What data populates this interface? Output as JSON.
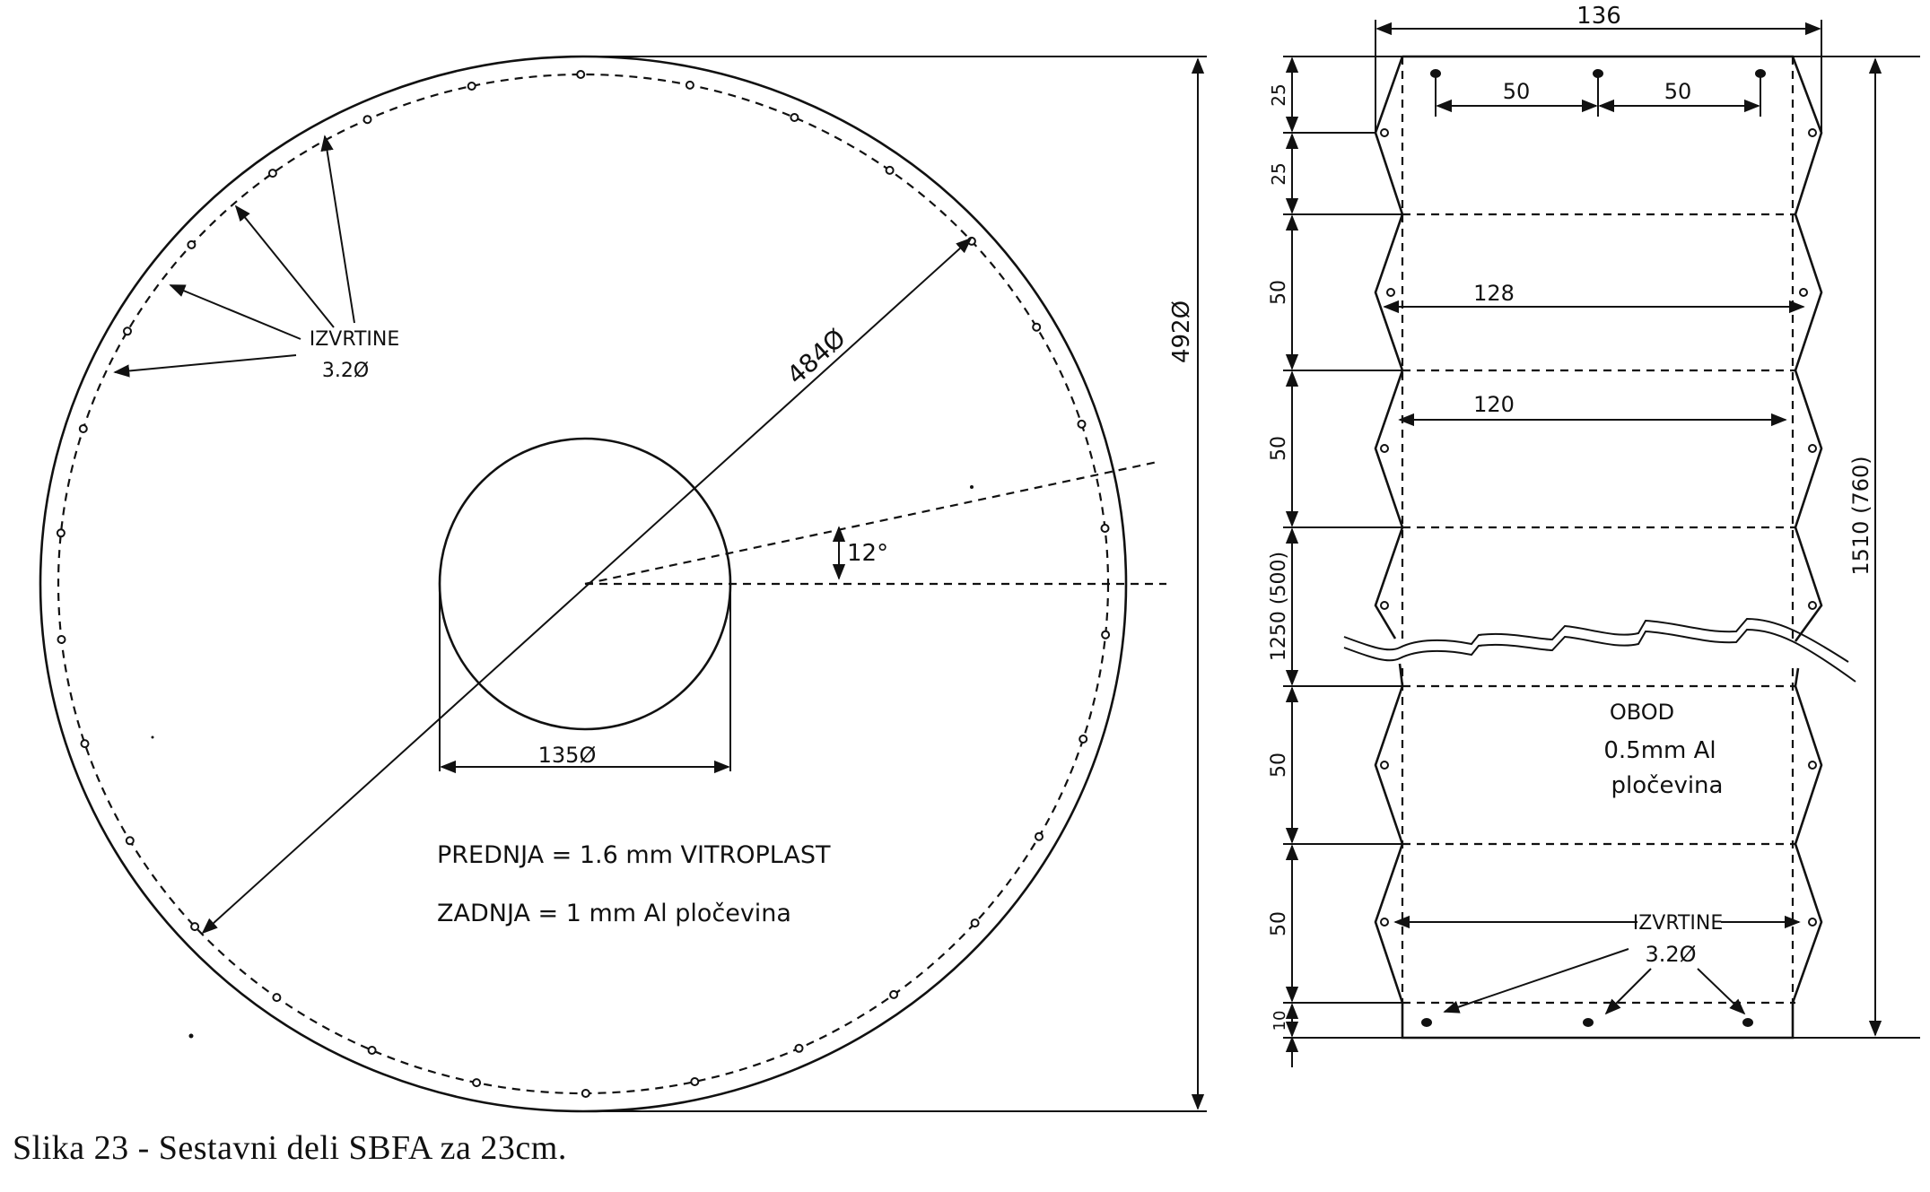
{
  "left_view": {
    "outer_diameter": "492Ø",
    "hole_circle_diameter": "484Ø",
    "center_hole_diameter": "135Ø",
    "angle": "12°",
    "holes_label": "IZVRTINE",
    "holes_size": "3.2Ø",
    "material_front": "PREDNJA = 1.6 mm VITROPLAST",
    "material_back": "ZADNJA = 1 mm Al pločevina"
  },
  "right_view": {
    "top_width": "136",
    "hole_spacing_a": "50",
    "hole_spacing_b": "50",
    "width_128": "128",
    "width_120": "120",
    "seg_25a": "25",
    "seg_25b": "25",
    "seg_50a": "50",
    "seg_50b": "50",
    "seg_broken": "1250 (500)",
    "seg_50c": "50",
    "seg_50d": "50",
    "seg_10": "10",
    "total_height": "1510 (760)",
    "rim_label": "OBOD",
    "rim_material": "0.5mm Al",
    "rim_material_2": "pločevina",
    "holes_label": "IZVRTINE",
    "holes_size": "3.2Ø"
  },
  "caption": "Slika 23 - Sestavni deli SBFA za 23cm."
}
